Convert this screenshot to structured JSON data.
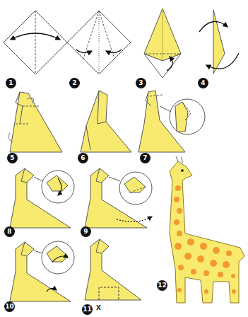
{
  "diagram": {
    "labels": [
      "1",
      "2",
      "3",
      "4",
      "5",
      "6",
      "7",
      "8",
      "9",
      "10",
      "11",
      "X",
      "12"
    ]
  }
}
